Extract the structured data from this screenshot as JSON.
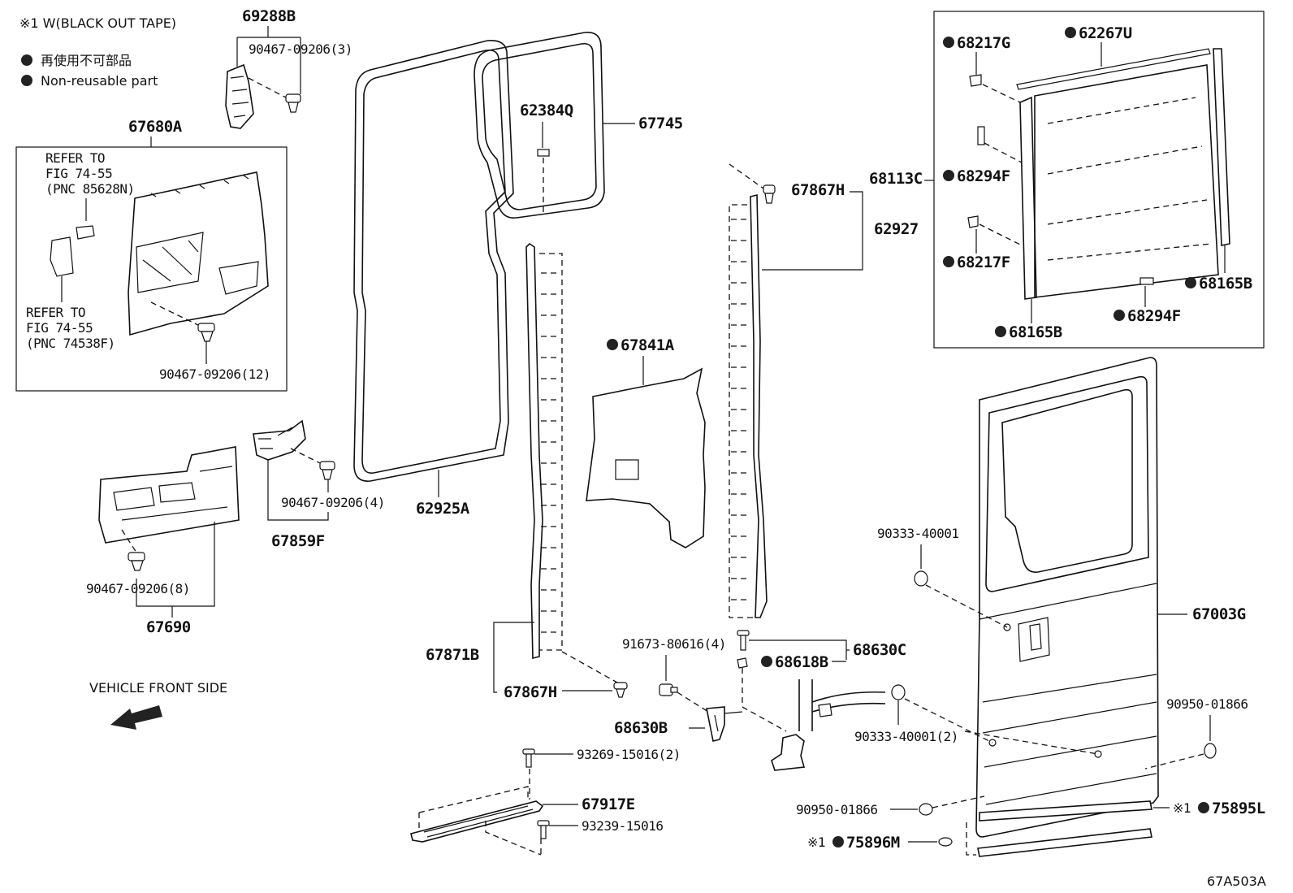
{
  "notes": {
    "tape": "※1 W(BLACK OUT TAPE)",
    "nonreusable_jp": "再使用不可部品",
    "nonreusable_en": "Non-reusable part",
    "vehicle_front": "VEHICLE FRONT SIDE",
    "refer1_line1": "REFER TO",
    "refer1_line2": "FIG 74-55",
    "refer1_line3": "(PNC 85628N)",
    "refer2_line1": "REFER TO",
    "refer2_line2": "FIG 74-55",
    "refer2_line3": "(PNC 74538F)",
    "figure_id": "67A503A"
  },
  "labels": {
    "p69288B": "69288B",
    "p90467_3": "90467-09206(3)",
    "p67680A": "67680A",
    "p90467_12": "90467-09206(12)",
    "p90467_4": "90467-09206(4)",
    "p67859F": "67859F",
    "p90467_8": "90467-09206(8)",
    "p67690": "67690",
    "p623840": "62384Q",
    "p67745": "67745",
    "p62925A": "62925A",
    "p67871B": "67871B",
    "p67867H_a": "67867H",
    "p67867H_b": "67867H",
    "p67841A": "67841A",
    "p62927": "62927",
    "p68113C": "68113C",
    "p68217G": "68217G",
    "p62267U": "62267U",
    "p68294F_a": "68294F",
    "p68217F": "68217F",
    "p68165B_a": "68165B",
    "p68165B_b": "68165B",
    "p68294F_b": "68294F",
    "p91673": "91673-80616(4)",
    "p68630C": "68630C",
    "p68618B": "68618B",
    "p68630B": "68630B",
    "p93269": "93269-15016(2)",
    "p67917E": "67917E",
    "p93239": "93239-15016",
    "p90333_a": "90333-40001",
    "p90333_b": "90333-40001(2)",
    "p67003G": "67003G",
    "p90950_a": "90950-01866",
    "p90950_b": "90950-01866",
    "p75895L": "75895L",
    "p75896M": "75896M",
    "mark_tape": "※1",
    "mark_tape2": "※1"
  },
  "icons": {
    "nonreusable": "filled-circle-icon",
    "front_arrow": "arrow-left-icon"
  }
}
